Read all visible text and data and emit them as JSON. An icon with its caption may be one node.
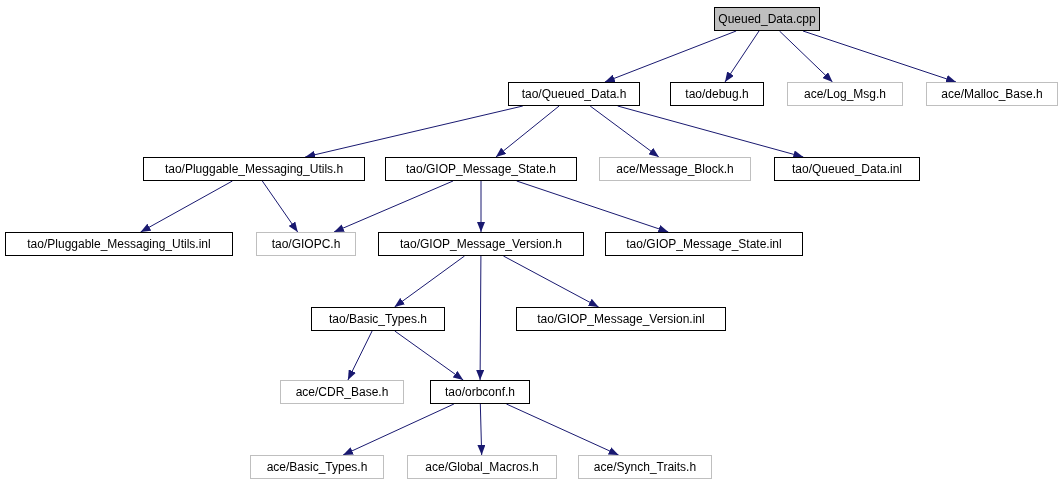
{
  "diagram": {
    "nodes": [
      {
        "text": [
          "Queued_Data.cpp"
        ]
      },
      {
        "text": [
          "tao/Queued_Data.h"
        ]
      },
      {
        "text": [
          "tao/debug.h"
        ]
      },
      {
        "text": [
          "ace/Log_Msg.h"
        ]
      },
      {
        "text": [
          "ace/Malloc_Base.h"
        ]
      },
      {
        "text": [
          "tao/Pluggable_Messaging_Utils.h"
        ]
      },
      {
        "text": [
          "tao/GIOP_Message_State.h"
        ]
      },
      {
        "text": [
          "ace/Message_Block.h"
        ]
      },
      {
        "text": [
          "tao/Queued_Data.inl"
        ]
      },
      {
        "text": [
          "tao/Pluggable_Messaging_Utils.inl"
        ]
      },
      {
        "text": [
          "tao/GIOPC.h"
        ]
      },
      {
        "text": [
          "tao/GIOP_Message_Version.h"
        ]
      },
      {
        "text": [
          "tao/GIOP_Message_State.inl"
        ]
      },
      {
        "text": [
          "tao/Basic_Types.h"
        ]
      },
      {
        "text": [
          "tao/GIOP_Message_Version.inl"
        ]
      },
      {
        "text": [
          "ace/CDR_Base.h"
        ]
      },
      {
        "text": [
          "tao/orbconf.h"
        ]
      },
      {
        "text": [
          "ace/Basic_Types.h"
        ]
      },
      {
        "text": [
          "ace/Global_Macros.h"
        ]
      },
      {
        "text": [
          "ace/Synch_Traits.h"
        ]
      }
    ],
    "edges": [
      {
        "from": 0,
        "to": 1,
        "arrow": "to"
      },
      {
        "from": 0,
        "to": 2,
        "arrow": "to"
      },
      {
        "from": 0,
        "to": 3,
        "arrow": "to"
      },
      {
        "from": 0,
        "to": 4,
        "arrow": "to"
      },
      {
        "from": 1,
        "to": 5,
        "arrow": "to"
      },
      {
        "from": 1,
        "to": 6,
        "arrow": "to"
      },
      {
        "from": 1,
        "to": 7,
        "arrow": "to"
      },
      {
        "from": 1,
        "to": 8,
        "arrow": "to"
      },
      {
        "from": 5,
        "to": 9,
        "arrow": "to"
      },
      {
        "from": 5,
        "to": 10,
        "arrow": "to"
      },
      {
        "from": 6,
        "to": 10,
        "arrow": "to"
      },
      {
        "from": 6,
        "to": 11,
        "arrow": "to"
      },
      {
        "from": 6,
        "to": 12,
        "arrow": "to"
      },
      {
        "from": 11,
        "to": 13,
        "arrow": "to"
      },
      {
        "from": 11,
        "to": 16,
        "arrow": "to"
      },
      {
        "from": 11,
        "to": 14,
        "arrow": "to"
      },
      {
        "from": 13,
        "to": 15,
        "arrow": "to"
      },
      {
        "from": 13,
        "to": 16,
        "arrow": "to"
      },
      {
        "from": 16,
        "to": 17,
        "arrow": "to"
      },
      {
        "from": 16,
        "to": 18,
        "arrow": "to"
      },
      {
        "from": 16,
        "to": 19,
        "arrow": "to"
      }
    ]
  }
}
